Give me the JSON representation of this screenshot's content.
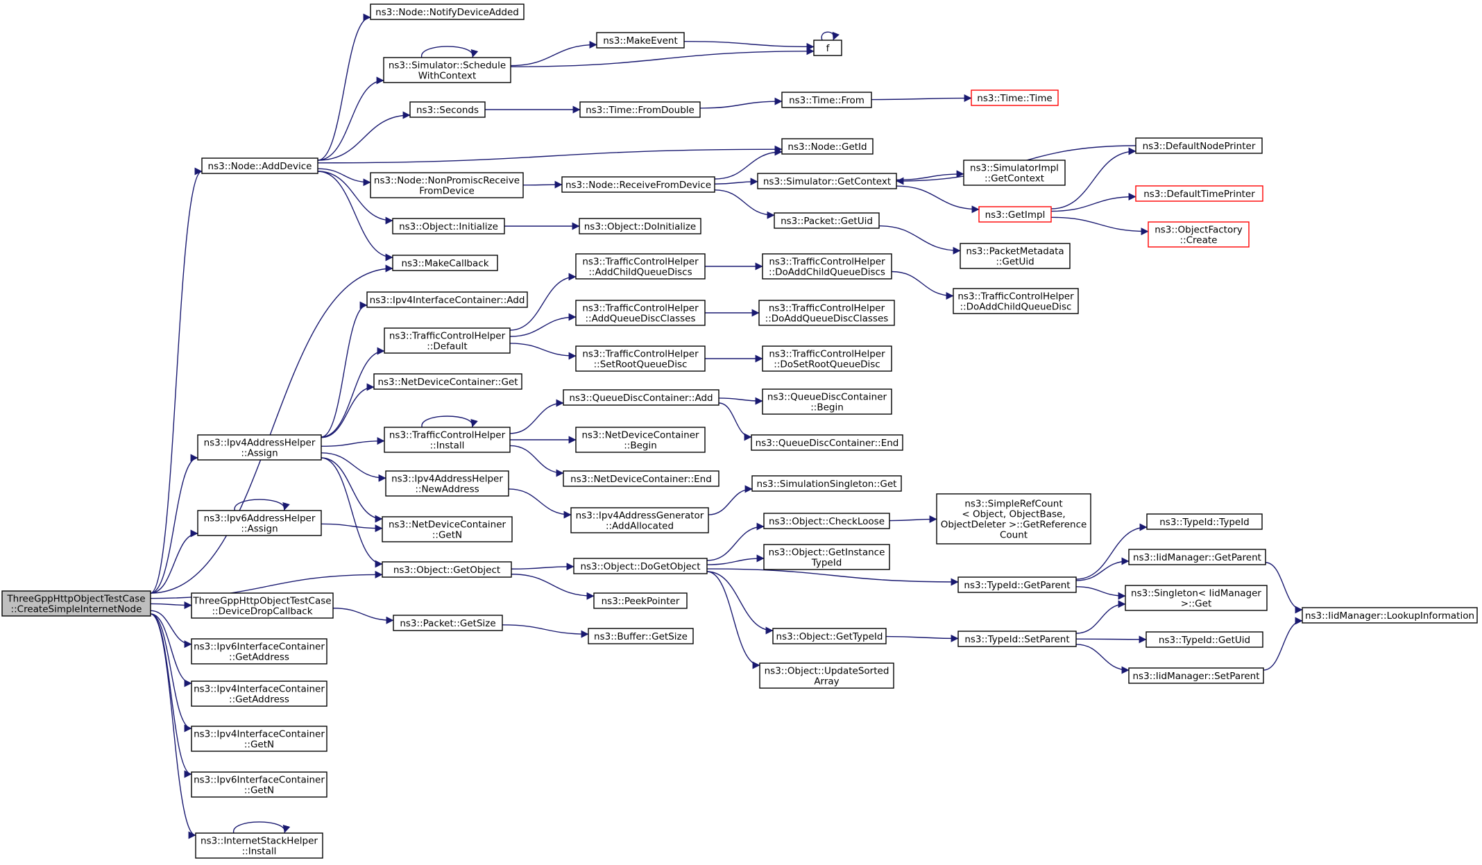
{
  "graph": {
    "edge_color": "#191970",
    "node_border": "#000000",
    "missing_doc_border": "#ff0000",
    "root_fill": "#bfbfbf",
    "nodes": [
      {
        "id": "root",
        "lines": [
          "ThreeGppHttpObjectTestCase",
          "::CreateSimpleInternetNode"
        ],
        "style": "root"
      },
      {
        "id": "addDevice",
        "lines": [
          "ns3::Node::AddDevice"
        ]
      },
      {
        "id": "notifyDev",
        "lines": [
          "ns3::Node::NotifyDeviceAdded"
        ]
      },
      {
        "id": "schedCtx",
        "lines": [
          "ns3::Simulator::Schedule",
          "WithContext"
        ]
      },
      {
        "id": "makeEvent",
        "lines": [
          "ns3::MakeEvent"
        ]
      },
      {
        "id": "f",
        "lines": [
          "f"
        ]
      },
      {
        "id": "seconds",
        "lines": [
          "ns3::Seconds"
        ]
      },
      {
        "id": "fromDouble",
        "lines": [
          "ns3::Time::FromDouble"
        ]
      },
      {
        "id": "timeFrom",
        "lines": [
          "ns3::Time::From"
        ]
      },
      {
        "id": "timeTime",
        "lines": [
          "ns3::Time::Time"
        ],
        "style": "red"
      },
      {
        "id": "getId",
        "lines": [
          "ns3::Node::GetId"
        ]
      },
      {
        "id": "nonPromisc",
        "lines": [
          "ns3::Node::NonPromiscReceive",
          "FromDevice"
        ]
      },
      {
        "id": "recvFromDev",
        "lines": [
          "ns3::Node::ReceiveFromDevice"
        ]
      },
      {
        "id": "simGetContext",
        "lines": [
          "ns3::Simulator::GetContext"
        ]
      },
      {
        "id": "defNodePrinter",
        "lines": [
          "ns3::DefaultNodePrinter"
        ]
      },
      {
        "id": "simImplGetCtx",
        "lines": [
          "ns3::SimulatorImpl",
          "::GetContext"
        ]
      },
      {
        "id": "getImpl",
        "lines": [
          "ns3::GetImpl"
        ],
        "style": "red"
      },
      {
        "id": "defTimePrinter",
        "lines": [
          "ns3::DefaultTimePrinter"
        ],
        "style": "red"
      },
      {
        "id": "objFactCreate",
        "lines": [
          "ns3::ObjectFactory",
          "::Create"
        ],
        "style": "red"
      },
      {
        "id": "objInit",
        "lines": [
          "ns3::Object::Initialize"
        ]
      },
      {
        "id": "objDoInit",
        "lines": [
          "ns3::Object::DoInitialize"
        ]
      },
      {
        "id": "pktGetUid",
        "lines": [
          "ns3::Packet::GetUid"
        ]
      },
      {
        "id": "pktMetaUid",
        "lines": [
          "ns3::PacketMetadata",
          "::GetUid"
        ]
      },
      {
        "id": "makeCallback",
        "lines": [
          "ns3::MakeCallback"
        ]
      },
      {
        "id": "ipv4IfcAdd",
        "lines": [
          "ns3::Ipv4InterfaceContainer::Add"
        ]
      },
      {
        "id": "tchAddChild",
        "lines": [
          "ns3::TrafficControlHelper",
          "::AddChildQueueDiscs"
        ]
      },
      {
        "id": "tchDoAddChilds",
        "lines": [
          "ns3::TrafficControlHelper",
          "::DoAddChildQueueDiscs"
        ]
      },
      {
        "id": "tchDoAddChild",
        "lines": [
          "ns3::TrafficControlHelper",
          "::DoAddChildQueueDisc"
        ]
      },
      {
        "id": "tchDefault",
        "lines": [
          "ns3::TrafficControlHelper",
          "::Default"
        ]
      },
      {
        "id": "tchAddClasses",
        "lines": [
          "ns3::TrafficControlHelper",
          "::AddQueueDiscClasses"
        ]
      },
      {
        "id": "tchDoAddClasses",
        "lines": [
          "ns3::TrafficControlHelper",
          "::DoAddQueueDiscClasses"
        ]
      },
      {
        "id": "tchSetRoot",
        "lines": [
          "ns3::TrafficControlHelper",
          "::SetRootQueueDisc"
        ]
      },
      {
        "id": "tchDoSetRoot",
        "lines": [
          "ns3::TrafficControlHelper",
          "::DoSetRootQueueDisc"
        ]
      },
      {
        "id": "ndcGet",
        "lines": [
          "ns3::NetDeviceContainer::Get"
        ]
      },
      {
        "id": "qdcAdd",
        "lines": [
          "ns3::QueueDiscContainer::Add"
        ]
      },
      {
        "id": "qdcBegin",
        "lines": [
          "ns3::QueueDiscContainer",
          "::Begin"
        ]
      },
      {
        "id": "ipv4AddrAssign",
        "lines": [
          "ns3::Ipv4AddressHelper",
          "::Assign"
        ]
      },
      {
        "id": "tchInstall",
        "lines": [
          "ns3::TrafficControlHelper",
          "::Install"
        ]
      },
      {
        "id": "ndcBegin",
        "lines": [
          "ns3::NetDeviceContainer",
          "::Begin"
        ]
      },
      {
        "id": "qdcEnd",
        "lines": [
          "ns3::QueueDiscContainer::End"
        ]
      },
      {
        "id": "ndcEnd",
        "lines": [
          "ns3::NetDeviceContainer::End"
        ]
      },
      {
        "id": "ipv4NewAddr",
        "lines": [
          "ns3::Ipv4AddressHelper",
          "::NewAddress"
        ]
      },
      {
        "id": "simSingleton",
        "lines": [
          "ns3::SimulationSingleton::Get"
        ]
      },
      {
        "id": "ipv4AddrGen",
        "lines": [
          "ns3::Ipv4AddressGenerator",
          "::AddAllocated"
        ]
      },
      {
        "id": "ipv6AddrAssign",
        "lines": [
          "ns3::Ipv6AddressHelper",
          "::Assign"
        ]
      },
      {
        "id": "ndcGetN",
        "lines": [
          "ns3::NetDeviceContainer",
          "::GetN"
        ]
      },
      {
        "id": "checkLoose",
        "lines": [
          "ns3::Object::CheckLoose"
        ]
      },
      {
        "id": "simpleRef",
        "lines": [
          "ns3::SimpleRefCount",
          "< Object, ObjectBase,",
          "ObjectDeleter >::GetReference",
          "Count"
        ]
      },
      {
        "id": "getObject",
        "lines": [
          "ns3::Object::GetObject"
        ]
      },
      {
        "id": "doGetObject",
        "lines": [
          "ns3::Object::DoGetObject"
        ]
      },
      {
        "id": "getInstTid",
        "lines": [
          "ns3::Object::GetInstance",
          "TypeId"
        ]
      },
      {
        "id": "tidTypeId",
        "lines": [
          "ns3::TypeId::TypeId"
        ]
      },
      {
        "id": "iidGetParent",
        "lines": [
          "ns3::IidManager::GetParent"
        ]
      },
      {
        "id": "tidGetParent",
        "lines": [
          "ns3::TypeId::GetParent"
        ]
      },
      {
        "id": "singletonGet",
        "lines": [
          "ns3::Singleton< IidManager",
          ">::Get"
        ]
      },
      {
        "id": "iidLookup",
        "lines": [
          "ns3::IidManager::LookupInformation"
        ]
      },
      {
        "id": "peekPointer",
        "lines": [
          "ns3::PeekPointer"
        ]
      },
      {
        "id": "dropCb",
        "lines": [
          "ThreeGppHttpObjectTestCase",
          "::DeviceDropCallback"
        ]
      },
      {
        "id": "pktGetSize",
        "lines": [
          "ns3::Packet::GetSize"
        ]
      },
      {
        "id": "bufGetSize",
        "lines": [
          "ns3::Buffer::GetSize"
        ]
      },
      {
        "id": "objGetTid",
        "lines": [
          "ns3::Object::GetTypeId"
        ]
      },
      {
        "id": "tidSetParent",
        "lines": [
          "ns3::TypeId::SetParent"
        ]
      },
      {
        "id": "tidGetUid",
        "lines": [
          "ns3::TypeId::GetUid"
        ]
      },
      {
        "id": "iidSetParent",
        "lines": [
          "ns3::IidManager::SetParent"
        ]
      },
      {
        "id": "updSorted",
        "lines": [
          "ns3::Object::UpdateSorted",
          "Array"
        ]
      },
      {
        "id": "ipv6IfcGetAddr",
        "lines": [
          "ns3::Ipv6InterfaceContainer",
          "::GetAddress"
        ]
      },
      {
        "id": "ipv4IfcGetAddr",
        "lines": [
          "ns3::Ipv4InterfaceContainer",
          "::GetAddress"
        ]
      },
      {
        "id": "ipv4IfcGetN",
        "lines": [
          "ns3::Ipv4InterfaceContainer",
          "::GetN"
        ]
      },
      {
        "id": "ipv6IfcGetN",
        "lines": [
          "ns3::Ipv6InterfaceContainer",
          "::GetN"
        ]
      },
      {
        "id": "stackInstall",
        "lines": [
          "ns3::InternetStackHelper",
          "::Install"
        ]
      }
    ],
    "edges": [
      [
        "root",
        "addDevice"
      ],
      [
        "root",
        "makeCallback"
      ],
      [
        "root",
        "ipv4AddrAssign"
      ],
      [
        "root",
        "ipv6AddrAssign"
      ],
      [
        "root",
        "getObject"
      ],
      [
        "root",
        "dropCb"
      ],
      [
        "root",
        "ipv6IfcGetAddr"
      ],
      [
        "root",
        "ipv4IfcGetAddr"
      ],
      [
        "root",
        "ipv4IfcGetN"
      ],
      [
        "root",
        "ipv6IfcGetN"
      ],
      [
        "root",
        "stackInstall"
      ],
      [
        "addDevice",
        "notifyDev"
      ],
      [
        "addDevice",
        "schedCtx"
      ],
      [
        "addDevice",
        "seconds"
      ],
      [
        "addDevice",
        "getId"
      ],
      [
        "addDevice",
        "nonPromisc"
      ],
      [
        "addDevice",
        "objInit"
      ],
      [
        "addDevice",
        "makeCallback"
      ],
      [
        "schedCtx",
        "schedCtx"
      ],
      [
        "schedCtx",
        "makeEvent"
      ],
      [
        "schedCtx",
        "f"
      ],
      [
        "makeEvent",
        "f"
      ],
      [
        "f",
        "f"
      ],
      [
        "seconds",
        "fromDouble"
      ],
      [
        "fromDouble",
        "timeFrom"
      ],
      [
        "timeFrom",
        "timeTime"
      ],
      [
        "nonPromisc",
        "recvFromDev"
      ],
      [
        "recvFromDev",
        "getId"
      ],
      [
        "recvFromDev",
        "simGetContext"
      ],
      [
        "recvFromDev",
        "pktGetUid"
      ],
      [
        "simGetContext",
        "simImplGetCtx"
      ],
      [
        "simGetContext",
        "getImpl"
      ],
      [
        "defNodePrinter",
        "simGetContext"
      ],
      [
        "getImpl",
        "defNodePrinter"
      ],
      [
        "getImpl",
        "defTimePrinter"
      ],
      [
        "getImpl",
        "objFactCreate"
      ],
      [
        "objInit",
        "objDoInit"
      ],
      [
        "pktGetUid",
        "pktMetaUid"
      ],
      [
        "ipv4AddrAssign",
        "ipv4IfcAdd"
      ],
      [
        "ipv4AddrAssign",
        "tchDefault"
      ],
      [
        "ipv4AddrAssign",
        "ndcGet"
      ],
      [
        "ipv4AddrAssign",
        "tchInstall"
      ],
      [
        "ipv4AddrAssign",
        "ipv4NewAddr"
      ],
      [
        "ipv4AddrAssign",
        "ndcGetN"
      ],
      [
        "ipv4AddrAssign",
        "getObject"
      ],
      [
        "tchDefault",
        "tchAddChild"
      ],
      [
        "tchDefault",
        "tchAddClasses"
      ],
      [
        "tchDefault",
        "tchSetRoot"
      ],
      [
        "tchAddChild",
        "tchDoAddChilds"
      ],
      [
        "tchDoAddChilds",
        "tchDoAddChild"
      ],
      [
        "tchAddClasses",
        "tchDoAddClasses"
      ],
      [
        "tchSetRoot",
        "tchDoSetRoot"
      ],
      [
        "tchInstall",
        "tchInstall"
      ],
      [
        "tchInstall",
        "qdcAdd"
      ],
      [
        "tchInstall",
        "ndcBegin"
      ],
      [
        "tchInstall",
        "ndcEnd"
      ],
      [
        "qdcAdd",
        "qdcBegin"
      ],
      [
        "qdcAdd",
        "qdcEnd"
      ],
      [
        "ipv4NewAddr",
        "ipv4AddrGen"
      ],
      [
        "ipv4AddrGen",
        "simSingleton"
      ],
      [
        "ipv6AddrAssign",
        "ipv6AddrAssign"
      ],
      [
        "ipv6AddrAssign",
        "ndcGetN"
      ],
      [
        "getObject",
        "doGetObject"
      ],
      [
        "getObject",
        "peekPointer"
      ],
      [
        "doGetObject",
        "checkLoose"
      ],
      [
        "doGetObject",
        "getInstTid"
      ],
      [
        "doGetObject",
        "tidGetParent"
      ],
      [
        "doGetObject",
        "objGetTid"
      ],
      [
        "doGetObject",
        "updSorted"
      ],
      [
        "checkLoose",
        "simpleRef"
      ],
      [
        "tidGetParent",
        "tidTypeId"
      ],
      [
        "tidGetParent",
        "iidGetParent"
      ],
      [
        "tidGetParent",
        "singletonGet"
      ],
      [
        "iidGetParent",
        "iidLookup"
      ],
      [
        "objGetTid",
        "tidSetParent"
      ],
      [
        "tidSetParent",
        "singletonGet"
      ],
      [
        "tidSetParent",
        "tidGetUid"
      ],
      [
        "tidSetParent",
        "iidSetParent"
      ],
      [
        "iidSetParent",
        "iidLookup"
      ],
      [
        "dropCb",
        "pktGetSize"
      ],
      [
        "pktGetSize",
        "bufGetSize"
      ],
      [
        "stackInstall",
        "stackInstall"
      ]
    ]
  }
}
